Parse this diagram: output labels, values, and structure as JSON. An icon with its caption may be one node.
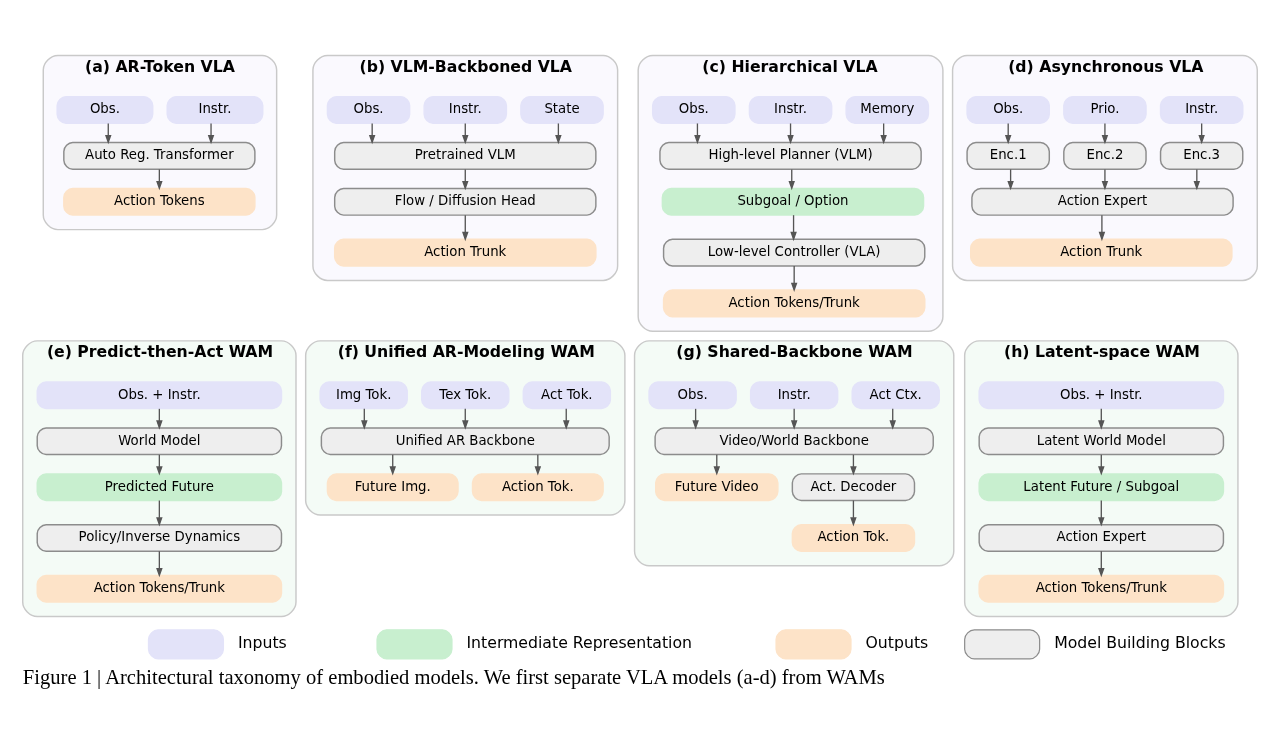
{
  "diagram": {
    "caption": "Figure 1 | Architectural taxonomy of embodied models. We first separate VLA models (a-d) from WAMs",
    "nodes": [
      {
        "text": [
          "(a) AR-Token VLA"
        ]
      },
      {
        "text": [
          "Obs."
        ],
        "in": 0
      },
      {
        "text": [
          "Instr."
        ],
        "in": 0
      },
      {
        "text": [
          "Auto Reg. Transformer"
        ],
        "in": 0
      },
      {
        "text": [
          "Action Tokens"
        ],
        "in": 0
      },
      {
        "text": [
          "(b) VLM-Backboned VLA"
        ]
      },
      {
        "text": [
          "Obs."
        ],
        "in": 5
      },
      {
        "text": [
          "Instr."
        ],
        "in": 5
      },
      {
        "text": [
          "State"
        ],
        "in": 5
      },
      {
        "text": [
          "Pretrained VLM"
        ],
        "in": 5
      },
      {
        "text": [
          "Flow / Diffusion Head"
        ],
        "in": 5
      },
      {
        "text": [
          "Action Trunk"
        ],
        "in": 5
      },
      {
        "text": [
          "(c) Hierarchical VLA"
        ]
      },
      {
        "text": [
          "Obs."
        ],
        "in": 12
      },
      {
        "text": [
          "Instr."
        ],
        "in": 12
      },
      {
        "text": [
          "Memory"
        ],
        "in": 12
      },
      {
        "text": [
          "High-level Planner (VLM)"
        ],
        "in": 12
      },
      {
        "text": [
          "Subgoal / Option"
        ],
        "in": 12
      },
      {
        "text": [
          "Low-level Controller (VLA)"
        ],
        "in": 12
      },
      {
        "text": [
          "Action Tokens/Trunk"
        ],
        "in": 12
      },
      {
        "text": [
          "(d) Asynchronous VLA"
        ]
      },
      {
        "text": [
          "Obs."
        ],
        "in": 20
      },
      {
        "text": [
          "Prio."
        ],
        "in": 20
      },
      {
        "text": [
          "Instr."
        ],
        "in": 20
      },
      {
        "text": [
          "Enc.1"
        ],
        "in": 20
      },
      {
        "text": [
          "Enc.2"
        ],
        "in": 20
      },
      {
        "text": [
          "Enc.3"
        ],
        "in": 20
      },
      {
        "text": [
          "Action Expert"
        ],
        "in": 20
      },
      {
        "text": [
          "Action Trunk"
        ],
        "in": 20
      },
      {
        "text": [
          "(e) Predict-then-Act WAM"
        ]
      },
      {
        "text": [
          "Obs. + Instr."
        ],
        "in": 29
      },
      {
        "text": [
          "World Model"
        ],
        "in": 29
      },
      {
        "text": [
          "Predicted Future"
        ],
        "in": 29
      },
      {
        "text": [
          "Policy/Inverse Dynamics"
        ],
        "in": 29
      },
      {
        "text": [
          "Action Tokens/Trunk"
        ],
        "in": 29
      },
      {
        "text": [
          "(f) Unified AR-Modeling WAM"
        ]
      },
      {
        "text": [
          "Img Tok."
        ],
        "in": 35
      },
      {
        "text": [
          "Tex Tok."
        ],
        "in": 35
      },
      {
        "text": [
          "Act Tok."
        ],
        "in": 35
      },
      {
        "text": [
          "Unified AR Backbone"
        ],
        "in": 35
      },
      {
        "text": [
          "Future Img."
        ],
        "in": 35
      },
      {
        "text": [
          "Action Tok."
        ],
        "in": 35
      },
      {
        "text": [
          "(g) Shared-Backbone WAM"
        ]
      },
      {
        "text": [
          "Obs."
        ],
        "in": 42
      },
      {
        "text": [
          "Instr."
        ],
        "in": 42
      },
      {
        "text": [
          "Act Ctx."
        ],
        "in": 42
      },
      {
        "text": [
          "Video/World Backbone"
        ],
        "in": 42
      },
      {
        "text": [
          "Future Video"
        ],
        "in": 42
      },
      {
        "text": [
          "Act. Decoder"
        ],
        "in": 42
      },
      {
        "text": [
          "Action Tok."
        ],
        "in": 42
      },
      {
        "text": [
          "(h) Latent-space WAM"
        ]
      },
      {
        "text": [
          "Obs. + Instr."
        ],
        "in": 50
      },
      {
        "text": [
          "Latent World Model"
        ],
        "in": 50
      },
      {
        "text": [
          "Latent Future / Subgoal"
        ],
        "in": 50
      },
      {
        "text": [
          "Action Expert"
        ],
        "in": 50
      },
      {
        "text": [
          "Action Tokens/Trunk"
        ],
        "in": 50
      }
    ],
    "edges": [
      {
        "from": 1,
        "to": 3,
        "arrow": "to"
      },
      {
        "from": 2,
        "to": 3,
        "arrow": "to"
      },
      {
        "from": 3,
        "to": 4,
        "arrow": "to"
      },
      {
        "from": 6,
        "to": 9,
        "arrow": "to"
      },
      {
        "from": 7,
        "to": 9,
        "arrow": "to"
      },
      {
        "from": 8,
        "to": 9,
        "arrow": "to"
      },
      {
        "from": 9,
        "to": 10,
        "arrow": "to"
      },
      {
        "from": 10,
        "to": 11,
        "arrow": "to"
      },
      {
        "from": 13,
        "to": 16,
        "arrow": "to"
      },
      {
        "from": 14,
        "to": 16,
        "arrow": "to"
      },
      {
        "from": 15,
        "to": 16,
        "arrow": "to"
      },
      {
        "from": 16,
        "to": 17,
        "arrow": "to"
      },
      {
        "from": 17,
        "to": 18,
        "arrow": "to"
      },
      {
        "from": 18,
        "to": 19,
        "arrow": "to"
      },
      {
        "from": 21,
        "to": 24,
        "arrow": "to"
      },
      {
        "from": 22,
        "to": 25,
        "arrow": "to"
      },
      {
        "from": 23,
        "to": 26,
        "arrow": "to"
      },
      {
        "from": 24,
        "to": 27,
        "arrow": "to"
      },
      {
        "from": 25,
        "to": 27,
        "arrow": "to"
      },
      {
        "from": 26,
        "to": 27,
        "arrow": "to"
      },
      {
        "from": 27,
        "to": 28,
        "arrow": "to"
      },
      {
        "from": 30,
        "to": 31,
        "arrow": "to"
      },
      {
        "from": 31,
        "to": 32,
        "arrow": "to"
      },
      {
        "from": 32,
        "to": 33,
        "arrow": "to"
      },
      {
        "from": 33,
        "to": 34,
        "arrow": "to"
      },
      {
        "from": 36,
        "to": 39,
        "arrow": "to"
      },
      {
        "from": 37,
        "to": 39,
        "arrow": "to"
      },
      {
        "from": 38,
        "to": 39,
        "arrow": "to"
      },
      {
        "from": 39,
        "to": 40,
        "arrow": "to"
      },
      {
        "from": 39,
        "to": 41,
        "arrow": "to"
      },
      {
        "from": 43,
        "to": 46,
        "arrow": "to"
      },
      {
        "from": 44,
        "to": 46,
        "arrow": "to"
      },
      {
        "from": 45,
        "to": 46,
        "arrow": "to"
      },
      {
        "from": 46,
        "to": 47,
        "arrow": "to"
      },
      {
        "from": 46,
        "to": 48,
        "arrow": "to"
      },
      {
        "from": 48,
        "to": 49,
        "arrow": "to"
      },
      {
        "from": 51,
        "to": 52,
        "arrow": "to"
      },
      {
        "from": 52,
        "to": 53,
        "arrow": "to"
      },
      {
        "from": 53,
        "to": 54,
        "arrow": "to"
      },
      {
        "from": 54,
        "to": 55,
        "arrow": "to"
      }
    ],
    "legend": [
      {
        "text": "Inputs",
        "color": "#e3e3f9"
      },
      {
        "text": "Intermediate Representation",
        "color": "#c8efcf"
      },
      {
        "text": "Outputs",
        "color": "#fde3c8"
      },
      {
        "text": "Model Building Blocks",
        "color": "#eeeeee"
      }
    ]
  }
}
